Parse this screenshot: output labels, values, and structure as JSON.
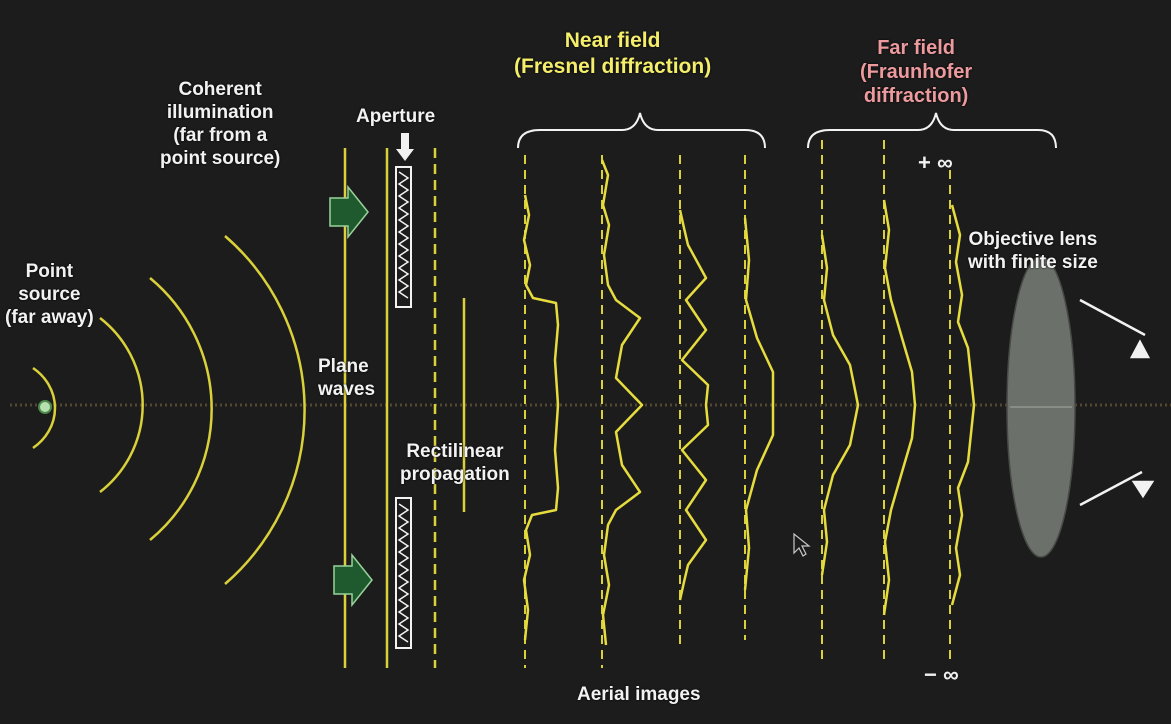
{
  "labels": {
    "point_source": [
      "Point",
      "source",
      "(far away)"
    ],
    "coherent": [
      "Coherent",
      "illumination",
      "(far from a",
      "point source)"
    ],
    "aperture": "Aperture",
    "plane_waves": [
      "Plane",
      "waves"
    ],
    "rectilinear": [
      "Rectilinear",
      "propagation"
    ],
    "near_field": [
      "Near field",
      "(Fresnel diffraction)"
    ],
    "far_field": [
      "Far field",
      "(Fraunhofer",
      "diffraction)"
    ],
    "plus_inf": "+ ∞",
    "minus_inf": "− ∞",
    "objective": [
      "Objective lens",
      "with finite size"
    ],
    "aerial": "Aerial images"
  },
  "colors": {
    "background": "#1c1c1c",
    "wave": "#d9d03a",
    "near_field_title": "#f4ee6a",
    "far_field_title": "#ec9a9e",
    "arrow": "#1f5a2e",
    "lens": "#6b706a"
  },
  "icons": [
    "point-source-dot",
    "incident-arrow",
    "aperture-down-arrow",
    "objective-lens",
    "cursor-pointer-icon"
  ]
}
